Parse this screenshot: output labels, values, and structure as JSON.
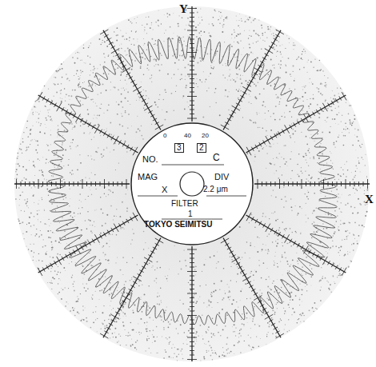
{
  "diagram": {
    "nodes": [
      {
        "text": [
          "0",
          "40",
          "20",
          "3",
          "2",
          "NO.",
          "C",
          "MAG",
          "X",
          "DIV",
          "2.2 μm",
          "FILTER",
          "1",
          "TOKYO SEIMITSU"
        ]
      }
    ],
    "labels": [
      "Y",
      "X"
    ]
  }
}
